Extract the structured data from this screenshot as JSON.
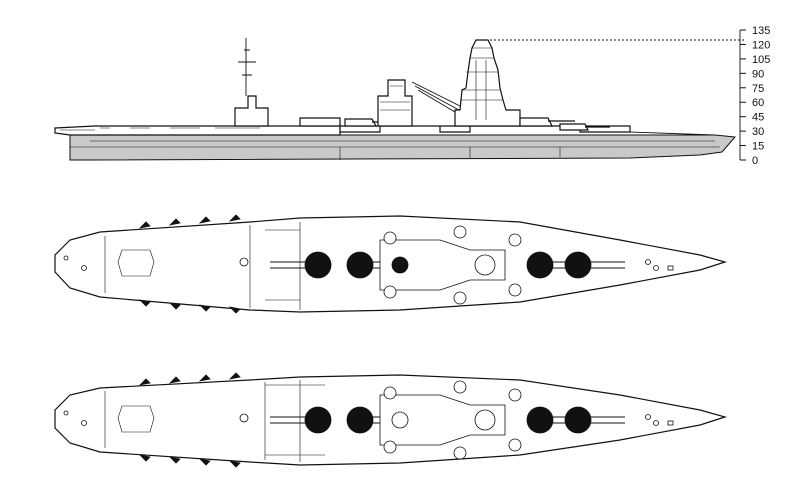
{
  "scale": {
    "ticks": [
      "135",
      "120",
      "105",
      "90",
      "75",
      "60",
      "45",
      "30",
      "15",
      "0"
    ]
  },
  "views": [
    {
      "id": "profile"
    },
    {
      "id": "plan-upper"
    },
    {
      "id": "plan-lower"
    }
  ]
}
